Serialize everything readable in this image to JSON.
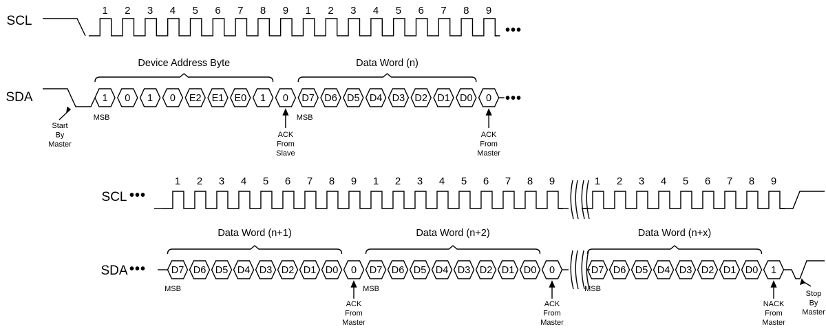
{
  "diagram": {
    "top": {
      "scl_label": "SCL",
      "sda_label": "SDA",
      "scl_continuation": "•••",
      "sda_continuation": "•••",
      "clock_numbers": [
        "1",
        "2",
        "3",
        "4",
        "5",
        "6",
        "7",
        "8",
        "9",
        "1",
        "2",
        "3",
        "4",
        "5",
        "6",
        "7",
        "8",
        "9"
      ],
      "group1_label": "Device Address Byte",
      "group2_label": "Data Word (n)",
      "address_bits": [
        "1",
        "0",
        "1",
        "0",
        "E2",
        "E1",
        "E0",
        "1"
      ],
      "address_ack_bit": "0",
      "data_bits": [
        "D7",
        "D6",
        "D5",
        "D4",
        "D3",
        "D2",
        "D1",
        "D0"
      ],
      "data_ack_bit": "0",
      "msb_label": "MSB",
      "start_note": [
        "Start",
        "By",
        "Master"
      ],
      "ack_slave_note": [
        "ACK",
        "From",
        "Slave"
      ],
      "ack_master_note": [
        "ACK",
        "From",
        "Master"
      ]
    },
    "bottom": {
      "scl_label": "SCL",
      "sda_label": "SDA",
      "scl_leading_dots": "•••",
      "sda_leading_dots": "•••",
      "clock_numbers": [
        "1",
        "2",
        "3",
        "4",
        "5",
        "6",
        "7",
        "8",
        "9",
        "1",
        "2",
        "3",
        "4",
        "5",
        "6",
        "7",
        "8",
        "9",
        "1",
        "2",
        "3",
        "4",
        "5",
        "6",
        "7",
        "8",
        "9"
      ],
      "group1_label": "Data Word (n+1)",
      "group2_label": "Data Word (n+2)",
      "group3_label": "Data Word (n+x)",
      "data_bits": [
        "D7",
        "D6",
        "D5",
        "D4",
        "D3",
        "D2",
        "D1",
        "D0"
      ],
      "ack_bit": "0",
      "nack_bit": "1",
      "msb_label": "MSB",
      "ack_master_note": [
        "ACK",
        "From",
        "Master"
      ],
      "nack_master_note": [
        "NACK",
        "From",
        "Master"
      ],
      "stop_note": [
        "Stop",
        "By",
        "Master"
      ]
    }
  }
}
